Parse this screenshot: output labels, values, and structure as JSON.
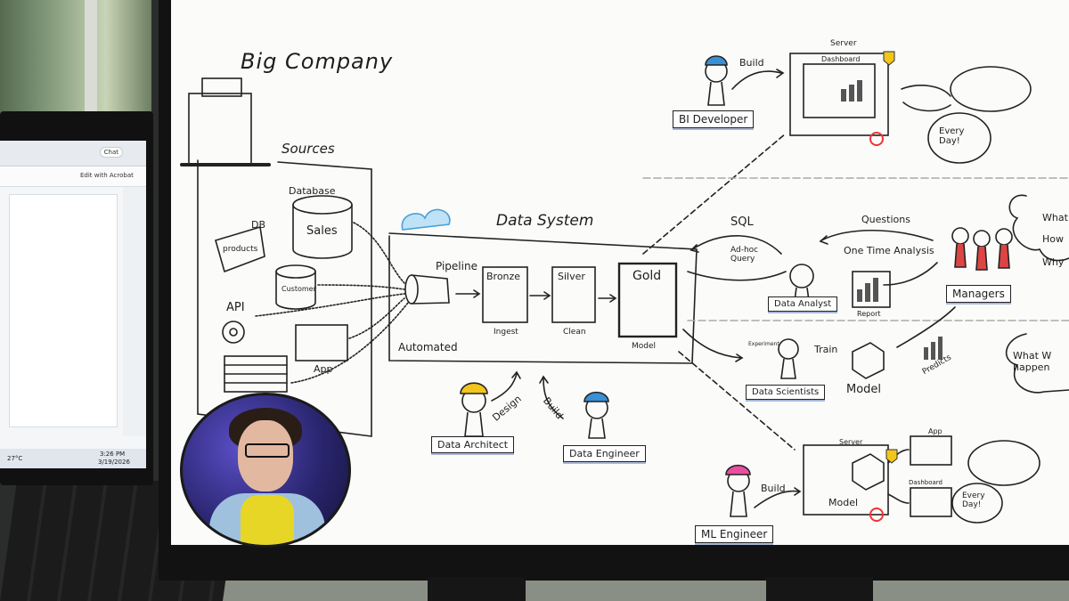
{
  "laptop": {
    "chat_label": "Chat",
    "acrobat_label": "Edit with Acrobat",
    "temperature": "27°C",
    "clock_time": "3:26 PM",
    "clock_date": "3/19/2026"
  },
  "diagram": {
    "company_title": "Big Company",
    "sources_title": "Sources",
    "database_label": "Database",
    "db_label": "DB",
    "sales_label": "Sales",
    "products_label": "products",
    "customer_label": "Customer",
    "api_label": "API",
    "app_label": "App",
    "data_system_title": "Data System",
    "pipeline_label": "Pipeline",
    "bronze_label": "Bronze",
    "silver_label": "Silver",
    "gold_label": "Gold",
    "ingest_label": "Ingest",
    "clean_label": "Clean",
    "model_label": "Model",
    "automated_label": "Automated",
    "design_label": "Design",
    "build_label": "Build",
    "data_architect": "Data Architect",
    "data_engineer": "Data Engineer",
    "bi_developer": "BI Developer",
    "server_label": "Server",
    "dashboard_label": "Dashboard",
    "every_day": "Every Day!",
    "sql_label": "SQL",
    "adhoc_label": "Ad-hoc Query",
    "questions_label": "Questions",
    "one_time_analysis": "One Time Analysis",
    "report_label": "Report",
    "data_analyst": "Data Analyst",
    "managers": "Managers",
    "experiment_label": "Experiment",
    "train_label": "Train",
    "predicts_label": "Predicts",
    "data_scientists": "Data Scientists",
    "ml_engineer": "ML Engineer",
    "app_lower_label": "App",
    "dashboard_lower_label": "Dashboard",
    "cut_off_top": "What",
    "cut_off_2": "How",
    "cut_off_3": "Why",
    "what_will_happen": "What W happen"
  }
}
